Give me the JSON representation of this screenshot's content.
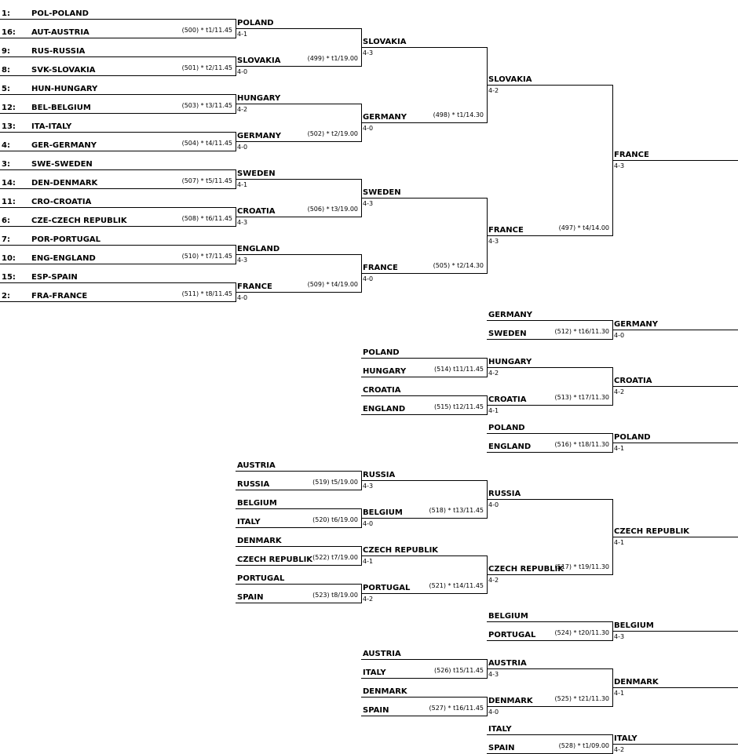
{
  "seeds": [
    {
      "seed": "1:",
      "name": "POL-POLAND"
    },
    {
      "seed": "16:",
      "name": "AUT-AUSTRIA"
    },
    {
      "seed": "9:",
      "name": "RUS-RUSSIA"
    },
    {
      "seed": "8:",
      "name": "SVK-SLOVAKIA"
    },
    {
      "seed": "5:",
      "name": "HUN-HUNGARY"
    },
    {
      "seed": "12:",
      "name": "BEL-BELGIUM"
    },
    {
      "seed": "13:",
      "name": "ITA-ITALY"
    },
    {
      "seed": "4:",
      "name": "GER-GERMANY"
    },
    {
      "seed": "3:",
      "name": "SWE-SWEDEN"
    },
    {
      "seed": "14:",
      "name": "DEN-DENMARK"
    },
    {
      "seed": "11:",
      "name": "CRO-CROATIA"
    },
    {
      "seed": "6:",
      "name": "CZE-CZECH REPUBLIK"
    },
    {
      "seed": "7:",
      "name": "POR-PORTUGAL"
    },
    {
      "seed": "10:",
      "name": "ENG-ENGLAND"
    },
    {
      "seed": "15:",
      "name": "ESP-SPAIN"
    },
    {
      "seed": "2:",
      "name": "FRA-FRANCE"
    }
  ],
  "main_matches": [
    {
      "info": "(500) * t1/11.45",
      "winner": "POLAND",
      "score": "4-1"
    },
    {
      "info": "(501) * t2/11.45",
      "winner": "SLOVAKIA",
      "score": "4-0"
    },
    {
      "info": "(503) * t3/11.45",
      "winner": "HUNGARY",
      "score": "4-2"
    },
    {
      "info": "(504) * t4/11.45",
      "winner": "GERMANY",
      "score": "4-0"
    },
    {
      "info": "(507) * t5/11.45",
      "winner": "SWEDEN",
      "score": "4-1"
    },
    {
      "info": "(508) * t6/11.45",
      "winner": "CROATIA",
      "score": "4-3"
    },
    {
      "info": "(510) * t7/11.45",
      "winner": "ENGLAND",
      "score": "4-3"
    },
    {
      "info": "(511) * t8/11.45",
      "winner": "FRANCE",
      "score": "4-0"
    },
    {
      "info": "(499) * t1/19.00",
      "winner": "SLOVAKIA",
      "score": "4-3"
    },
    {
      "info": "(502) * t2/19.00",
      "winner": "GERMANY",
      "score": "4-0"
    },
    {
      "info": "(506) * t3/19.00",
      "winner": "SWEDEN",
      "score": "4-3"
    },
    {
      "info": "(509) * t4/19.00",
      "winner": "FRANCE",
      "score": "4-0"
    },
    {
      "info": "(498) * t1/14.30",
      "winner": "SLOVAKIA",
      "score": "4-2"
    },
    {
      "info": "(505) * t2/14.30",
      "winner": "FRANCE",
      "score": "4-3"
    },
    {
      "info": "(497) * t4/14.00",
      "winner": "FRANCE",
      "score": "4-3"
    }
  ],
  "classification_matches": [
    {
      "a": "GERMANY",
      "b": "SWEDEN",
      "info": "(512) * t16/11.30",
      "winner": "GERMANY",
      "score": "4-0"
    },
    {
      "a": "POLAND",
      "b": "HUNGARY",
      "info": "(514) t11/11.45",
      "winner": "HUNGARY",
      "score": "4-2"
    },
    {
      "a": "CROATIA",
      "b": "ENGLAND",
      "info": "(515) t12/11.45",
      "winner": "CROATIA",
      "score": "4-1"
    },
    {
      "info": "(513) * t17/11.30",
      "winner": "CROATIA",
      "score": "4-2"
    },
    {
      "a": "POLAND",
      "b": "ENGLAND",
      "info": "(516) * t18/11.30",
      "winner": "POLAND",
      "score": "4-1"
    },
    {
      "a": "AUSTRIA",
      "b": "RUSSIA",
      "info": "(519) t5/19.00",
      "winner": "RUSSIA",
      "score": "4-3"
    },
    {
      "a": "BELGIUM",
      "b": "ITALY",
      "info": "(520) t6/19.00",
      "winner": "BELGIUM",
      "score": "4-0"
    },
    {
      "a": "DENMARK",
      "b": "CZECH REPUBLIK",
      "info": "(522) t7/19.00",
      "winner": "CZECH REPUBLIK",
      "score": "4-1"
    },
    {
      "a": "PORTUGAL",
      "b": "SPAIN",
      "info": "(523) t8/19.00",
      "winner": "PORTUGAL",
      "score": "4-2"
    },
    {
      "info": "(518) * t13/11.45",
      "winner": "RUSSIA",
      "score": "4-0"
    },
    {
      "info": "(521) * t14/11.45",
      "winner": "CZECH REPUBLIK",
      "score": "4-2"
    },
    {
      "info": "(517) * t19/11.30",
      "winner": "CZECH REPUBLIK",
      "score": "4-1"
    },
    {
      "a": "BELGIUM",
      "b": "PORTUGAL",
      "info": "(524) * t20/11.30",
      "winner": "BELGIUM",
      "score": "4-3"
    },
    {
      "a": "AUSTRIA",
      "b": "ITALY",
      "info": "(526) t15/11.45",
      "winner": "AUSTRIA",
      "score": "4-3"
    },
    {
      "a": "DENMARK",
      "b": "SPAIN",
      "info": "(527) * t16/11.45",
      "winner": "DENMARK",
      "score": "4-0"
    },
    {
      "info": "(525) * t21/11.30",
      "winner": "DENMARK",
      "score": "4-1"
    },
    {
      "a": "ITALY",
      "b": "SPAIN",
      "info": "(528) * t1/09.00",
      "winner": "ITALY",
      "score": "4-2"
    }
  ]
}
